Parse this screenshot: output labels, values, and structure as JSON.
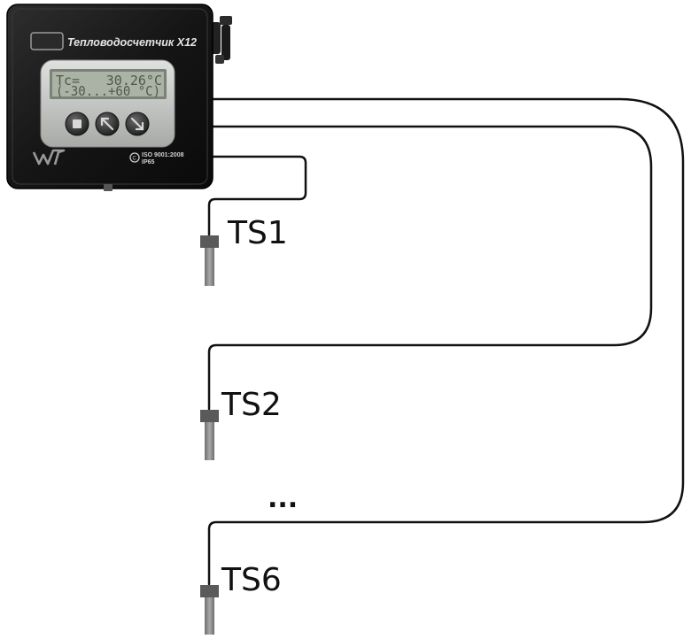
{
  "device": {
    "name": "Тепловодосчетчик X12",
    "lcd_line1_label": "Tc=",
    "lcd_line1_value": "30.26°C",
    "lcd_line2": "(-30...+60 °C)",
    "logo": "WT",
    "iso_line1": "ISO 9001:2008",
    "iso_line2": "IP65",
    "buttons": [
      "enter-button",
      "up-arrow-button",
      "down-arrow-button"
    ]
  },
  "sensors": [
    {
      "label": "TS1"
    },
    {
      "label": "TS2"
    },
    {
      "label": "TS6"
    }
  ],
  "ellipsis": "...",
  "colors": {
    "device_body": "#1a1a1a",
    "panel": "#c9cbc8",
    "lcd": "#a9b2a4",
    "cable": "#111111",
    "probe": "#8a8a8a",
    "probe_collar": "#5a5a5a"
  }
}
